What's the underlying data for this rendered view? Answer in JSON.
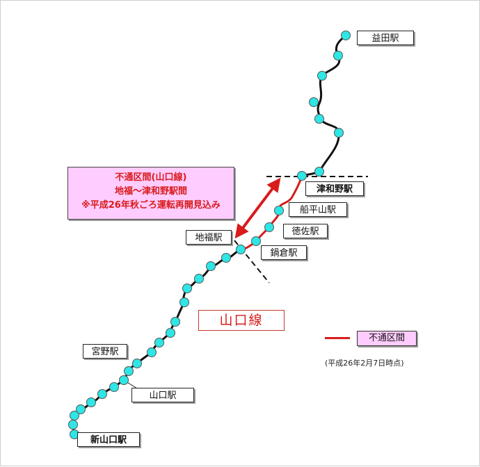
{
  "notice": {
    "line1": "不通区間(山口線)",
    "line2": "地福～津和野駅間",
    "line3": "※平成26年秋ごろ運転再開見込み"
  },
  "line_name": "山口線",
  "legend": {
    "label": "不通区間"
  },
  "as_of": "(平成26年2月7日時点)",
  "stations": {
    "masuda": "益田駅",
    "tsuwano": "津和野駅",
    "funahirayama": "船平山駅",
    "tokusa": "徳佐駅",
    "nabekura": "鍋倉駅",
    "jifuku": "地福駅",
    "miyano": "宮野駅",
    "yamaguchi": "山口駅",
    "shinyamaguchi": "新山口駅"
  },
  "colors": {
    "station_fill": "#2ee6e6",
    "track": "#111111",
    "closed_section": "#d81b1b",
    "notice_bg": "#ffccff"
  }
}
